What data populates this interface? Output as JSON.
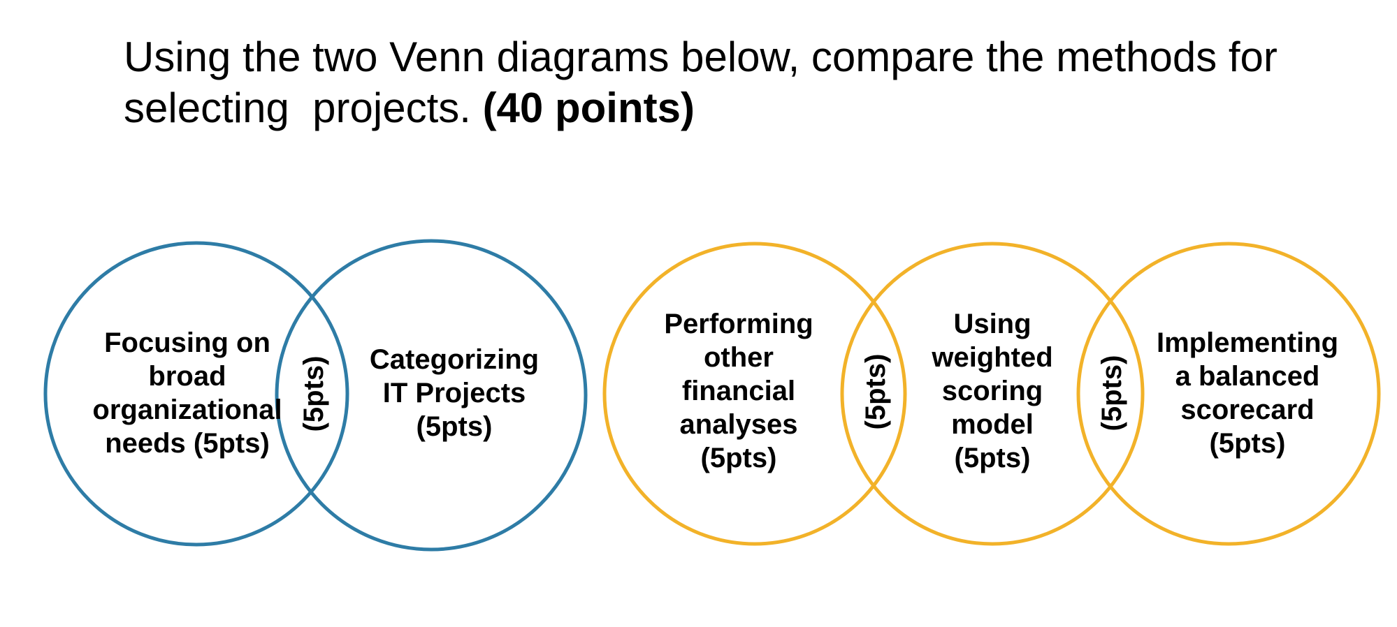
{
  "title": {
    "line1": "Using the two Venn diagrams below, compare the methods for",
    "line2_normal": "selecting  projects. ",
    "line2_bold": "(40 points)"
  },
  "venn_blue": {
    "stroke_color": "#2E7CA6",
    "circles": [
      {
        "label": "Focusing on\nbroad\norganizational\nneeds (5pts)"
      },
      {
        "label": "Categorizing\nIT Projects\n(5pts)"
      }
    ],
    "overlaps": [
      {
        "label": "(5pts)"
      }
    ]
  },
  "venn_yellow": {
    "stroke_color": "#F2B229",
    "circles": [
      {
        "label": "Performing\nother\nfinancial\nanalyses\n(5pts)"
      },
      {
        "label": "Using\nweighted\nscoring\nmodel\n(5pts)"
      },
      {
        "label": "Implementing\na balanced\nscorecard\n(5pts)"
      }
    ],
    "overlaps": [
      {
        "label": "(5pts)"
      },
      {
        "label": "(5pts)"
      }
    ]
  }
}
